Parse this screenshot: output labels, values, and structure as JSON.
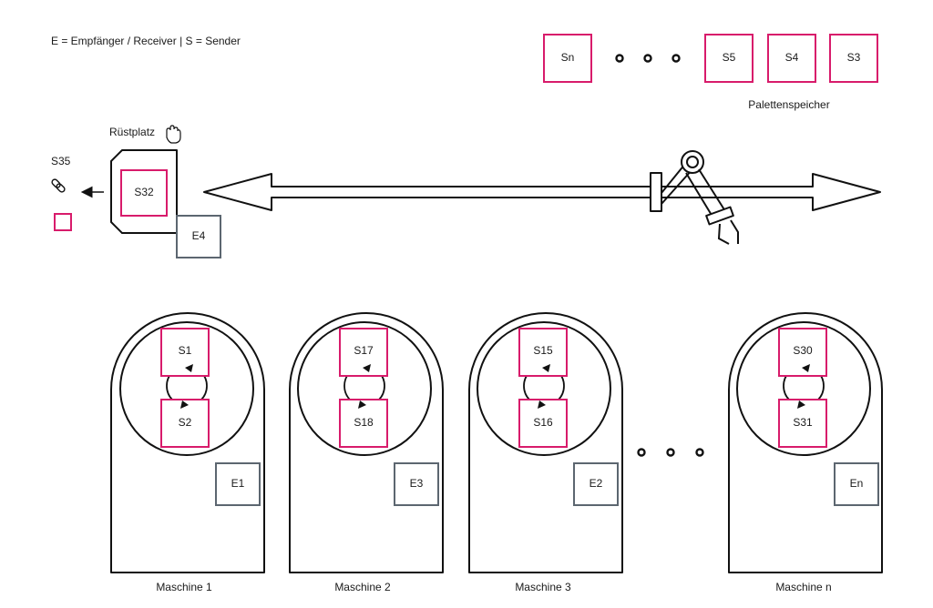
{
  "legend": "E = Empfänger / Receiver | S = Sender",
  "colors": {
    "sender": "#d81b6b",
    "receiver": "#5c6670",
    "line": "#111111"
  },
  "storage": {
    "label": "Palettenspeicher",
    "slots": [
      "Sn",
      "S5",
      "S4",
      "S3"
    ]
  },
  "setup_station": {
    "label": "Rüstplatz",
    "icon": "hand-icon",
    "sender": "S32",
    "receiver": "E4",
    "external_sender": "S35",
    "external_icon": "link-icon"
  },
  "machines": [
    {
      "label": "Maschine 1",
      "top": "S1",
      "bottom": "S2",
      "receiver": "E1"
    },
    {
      "label": "Maschine 2",
      "top": "S17",
      "bottom": "S18",
      "receiver": "E3"
    },
    {
      "label": "Maschine 3",
      "top": "S15",
      "bottom": "S16",
      "receiver": "E2"
    },
    {
      "label": "Maschine n",
      "top": "S30",
      "bottom": "S31",
      "receiver": "En"
    }
  ]
}
